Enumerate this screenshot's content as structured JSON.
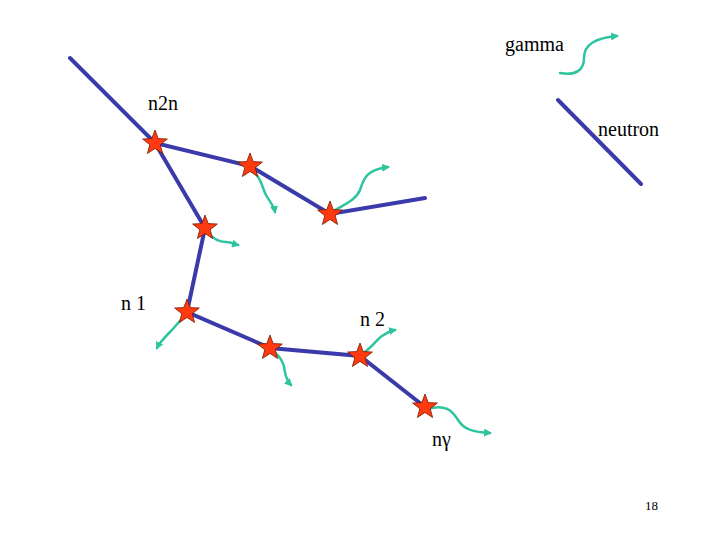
{
  "diagram": {
    "labels": [
      "n2n",
      "n 1",
      "n 2",
      "nγ",
      "18"
    ],
    "legend": [
      {
        "text": "gamma"
      },
      {
        "text": "neutron"
      }
    ]
  }
}
